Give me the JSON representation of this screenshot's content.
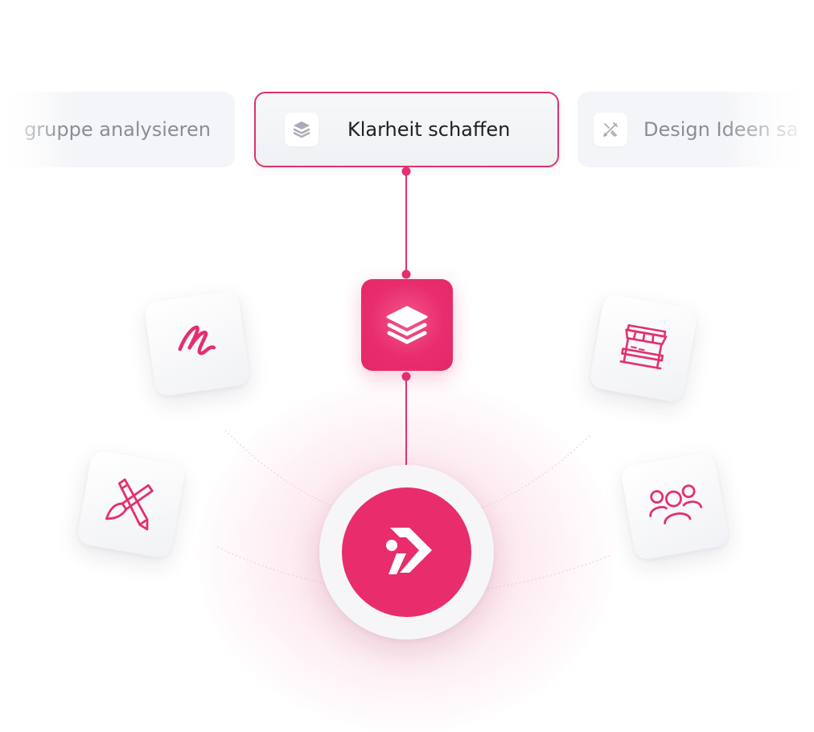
{
  "steps": {
    "previous": {
      "label": "gruppe analysieren",
      "icon": "target-icon"
    },
    "current": {
      "label": "Klarheit schaffen",
      "icon": "layers-icon"
    },
    "next": {
      "label": "Design Ideen sa",
      "icon": "design-tools-icon"
    }
  },
  "cards": [
    {
      "icon": "scribble-icon"
    },
    {
      "icon": "shop-icon"
    },
    {
      "icon": "pencil-brush-icon"
    },
    {
      "icon": "people-icon"
    }
  ],
  "hub": {
    "icon": "brand-logo-icon"
  },
  "colors": {
    "accent": "#e82c6c",
    "chip_background": "#f4f5f8",
    "muted_text": "#8a8d94",
    "text": "#1e1f24"
  }
}
